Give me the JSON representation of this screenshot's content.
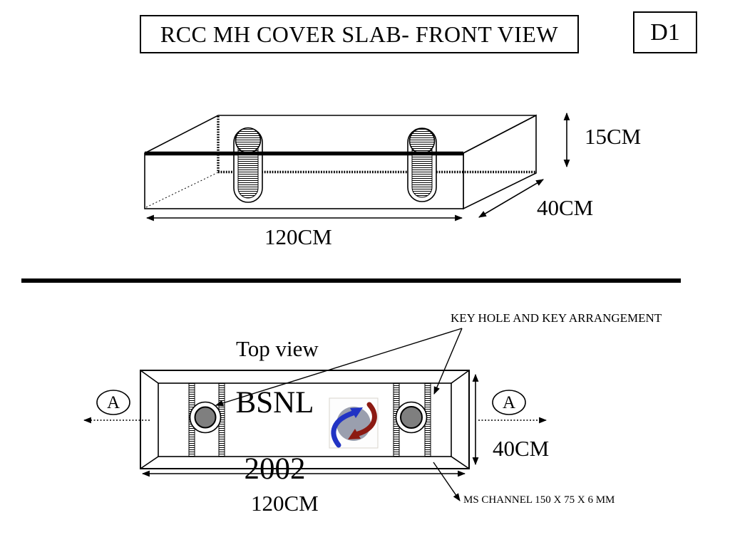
{
  "header": {
    "title": "RCC MH COVER SLAB- FRONT VIEW",
    "sheet_code": "D1"
  },
  "front_view": {
    "width_label": "120CM",
    "height_label": "15CM",
    "depth_label": "40CM"
  },
  "top_view": {
    "caption": "Top view",
    "slab_line1": "BSNL",
    "slab_line2": "2002",
    "width_label": "120CM",
    "depth_label": "40CM",
    "section_left": "A",
    "section_right": "A",
    "keyhole_note": "KEY HOLE AND KEY ARRANGEMENT",
    "channel_note": "MS CHANNEL 150 X 75 X 6 MM"
  },
  "colors": {
    "ink": "#000000",
    "keyhole_fill": "#7f7f7f",
    "logo_globe": "#9a9fae",
    "logo_blue": "#2133c4",
    "logo_red": "#8c1a12",
    "logo_frame": "#d8d4cc"
  }
}
